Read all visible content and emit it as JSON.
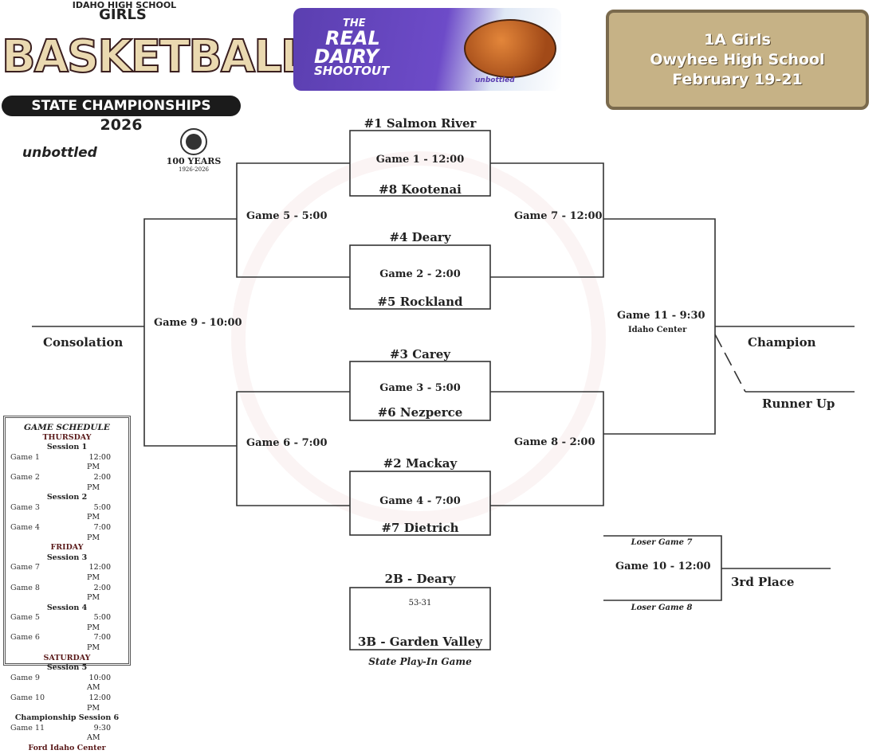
{
  "header": {
    "logo": {
      "line1": "IDAHO HIGH SCHOOL",
      "line2": "GIRLS",
      "line3": "BASKETBALL",
      "line4": "STATE CHAMPIONSHIPS",
      "line5": "2026"
    },
    "sponsor": "unbottled",
    "centennial": "100 YEARS",
    "centennial_years": "1926-2026",
    "dairy": {
      "line1": "THE",
      "line2": "REAL",
      "line3": "DAIRY",
      "line4": "SHOOTOUT",
      "brand": "unbottled"
    },
    "banner": {
      "line1": "1A Girls",
      "line2": "Owyhee High School",
      "line3": "February 19-21"
    }
  },
  "bracket": {
    "teams": {
      "t1": "#1 Salmon River",
      "t8": "#8 Kootenai",
      "t4": "#4 Deary",
      "t5": "#5 Rockland",
      "t3": "#3 Carey",
      "t6": "#6 Nezperce",
      "t2": "#2 Mackay",
      "t7": "#7 Dietrich"
    },
    "games": {
      "g1": "Game 1 - 12:00",
      "g2": "Game 2 - 2:00",
      "g3": "Game 3 - 5:00",
      "g4": "Game 4 - 7:00",
      "g5": "Game 5 - 5:00",
      "g6": "Game 6 - 7:00",
      "g7": "Game 7 - 12:00",
      "g8": "Game 8 - 2:00",
      "g9": "Game 9 - 10:00",
      "g10": "Game 10 - 12:00",
      "g11": "Game 11 - 9:30",
      "g11_venue": "Idaho Center"
    },
    "labels": {
      "consolation": "Consolation",
      "champion": "Champion",
      "runner_up": "Runner Up",
      "third_place": "3rd Place",
      "loser7": "Loser Game 7",
      "loser8": "Loser Game 8"
    },
    "playin": {
      "top": "2B - Deary",
      "score": "53-31",
      "bottom": "3B - Garden Valley",
      "caption": "State Play-In Game"
    }
  },
  "schedule": {
    "title": "GAME SCHEDULE",
    "days": [
      {
        "day": "THURSDAY",
        "sessions": [
          {
            "name": "Session 1",
            "games": [
              [
                "Game 1",
                "12:00",
                "PM"
              ],
              [
                "Game 2",
                "2:00",
                "PM"
              ]
            ]
          },
          {
            "name": "Session 2",
            "games": [
              [
                "Game 3",
                "5:00",
                "PM"
              ],
              [
                "Game 4",
                "7:00",
                "PM"
              ]
            ]
          }
        ]
      },
      {
        "day": "FRIDAY",
        "sessions": [
          {
            "name": "Session 3",
            "games": [
              [
                "Game 7",
                "12:00",
                "PM"
              ],
              [
                "Game 8",
                "2:00",
                "PM"
              ]
            ]
          },
          {
            "name": "Session 4",
            "games": [
              [
                "Game 5",
                "5:00",
                "PM"
              ],
              [
                "Game 6",
                "7:00",
                "PM"
              ]
            ]
          }
        ]
      },
      {
        "day": "SATURDAY",
        "sessions": [
          {
            "name": "Session 5",
            "games": [
              [
                "Game 9",
                "10:00",
                "AM"
              ],
              [
                "Game 10",
                "12:00",
                "PM"
              ]
            ]
          },
          {
            "name": "Championship Session 6",
            "games": [
              [
                "Game 11",
                "9:30",
                "AM"
              ]
            ]
          }
        ]
      }
    ],
    "venue": "Ford Idaho Center"
  }
}
